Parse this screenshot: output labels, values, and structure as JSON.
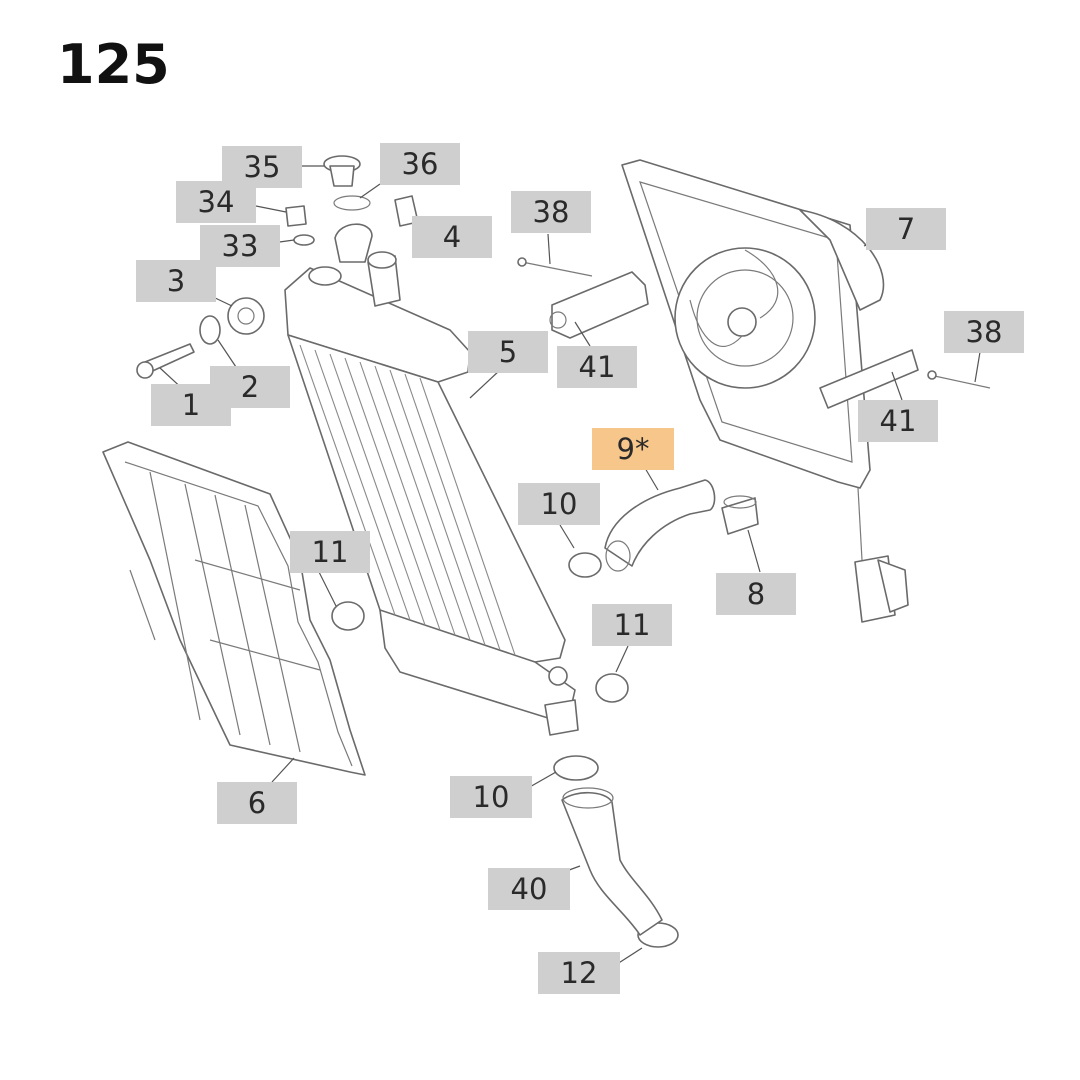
{
  "title": "125",
  "colors": {
    "label_box": "#cfcfcf",
    "highlight_box": "#f7c68a",
    "line": "#6a6a6a"
  },
  "callouts": [
    {
      "id": "c35",
      "text": "35"
    },
    {
      "id": "c36",
      "text": "36"
    },
    {
      "id": "c34",
      "text": "34"
    },
    {
      "id": "c33",
      "text": "33"
    },
    {
      "id": "c4",
      "text": "4"
    },
    {
      "id": "c3",
      "text": "3"
    },
    {
      "id": "c38a",
      "text": "38"
    },
    {
      "id": "c7",
      "text": "7"
    },
    {
      "id": "c38b",
      "text": "38"
    },
    {
      "id": "c5",
      "text": "5"
    },
    {
      "id": "c41a",
      "text": "41"
    },
    {
      "id": "c2",
      "text": "2"
    },
    {
      "id": "c1",
      "text": "1"
    },
    {
      "id": "c41b",
      "text": "41"
    },
    {
      "id": "c9",
      "text": "9*",
      "highlighted": true
    },
    {
      "id": "c10a",
      "text": "10"
    },
    {
      "id": "c11a",
      "text": "11"
    },
    {
      "id": "c8",
      "text": "8"
    },
    {
      "id": "c11b",
      "text": "11"
    },
    {
      "id": "c6",
      "text": "6"
    },
    {
      "id": "c10b",
      "text": "10"
    },
    {
      "id": "c40",
      "text": "40"
    },
    {
      "id": "c12",
      "text": "12"
    }
  ]
}
